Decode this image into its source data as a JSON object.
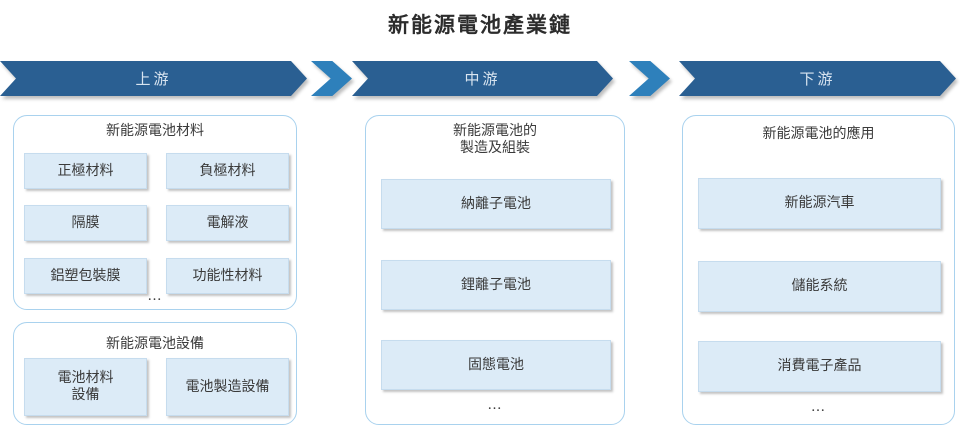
{
  "page_title": "新能源電池產業鏈",
  "stages": {
    "upstream": "上游",
    "midstream": "中游",
    "downstream": "下游"
  },
  "upstream": {
    "materials": {
      "title": "新能源電池材料",
      "items": [
        "正極材料",
        "負極材料",
        "隔膜",
        "電解液",
        "鋁塑包裝膜",
        "功能性材料"
      ],
      "more": "..."
    },
    "equipment": {
      "title": "新能源電池設備",
      "items": [
        "電池材料\n設備",
        "電池製造設備"
      ]
    }
  },
  "midstream": {
    "title": "新能源電池的\n製造及組裝",
    "items": [
      "納離子電池",
      "鋰離子電池",
      "固態電池"
    ],
    "more": "..."
  },
  "downstream": {
    "title": "新能源電池的應用",
    "items": [
      "新能源汽車",
      "儲能系統",
      "消費電子產品"
    ],
    "more": "..."
  },
  "colors": {
    "stage_band_dark_blue": "#2a5f92",
    "chevron_light_blue": "#2e80bb",
    "panel_border_blue": "#a9d2ee",
    "item_box_fill": "#dcebf7",
    "text_dark": "#3a3a3a",
    "band_label_text": "#d8e4f0"
  }
}
